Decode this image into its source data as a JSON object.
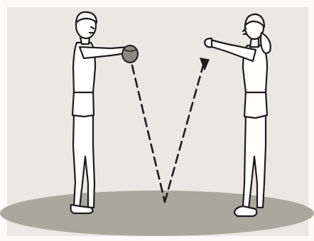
{
  "figures": [
    {
      "role": "thrower",
      "facing": "right"
    },
    {
      "role": "catcher",
      "facing": "left"
    }
  ],
  "objects": {
    "ball": "medicine-ball",
    "path": "bounce-pass-trajectory"
  },
  "colors": {
    "background": "#fbfaf8",
    "backdrop": "#ebe8e4",
    "floor": "#a9a89c",
    "outline": "#1c1c1c",
    "ball": "#8b8880"
  }
}
